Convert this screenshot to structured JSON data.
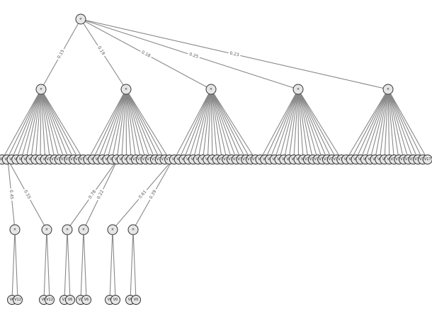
{
  "diagram": {
    "root": {
      "label": "+"
    },
    "root_edge_weights": [
      "0.15",
      "0.19",
      "0.18",
      "0.25",
      "0.23"
    ],
    "product_symbol": "×",
    "fan_groups": [
      {
        "label": "×",
        "leaf_count": 18
      },
      {
        "label": "×",
        "leaf_count": 18
      },
      {
        "label": "×",
        "leaf_count": 18
      },
      {
        "label": "×",
        "leaf_count": 18
      },
      {
        "label": "×",
        "leaf_count": 18
      }
    ],
    "leaf_labels": [
      "V0",
      "V1",
      "V2",
      "V3",
      "V4",
      "V5",
      "V6",
      "V7",
      "V8",
      "V9",
      "V10",
      "V11",
      "V12",
      "V13",
      "V14",
      "V15",
      "V16",
      "V17"
    ],
    "sum_subtrees": [
      {
        "edge_weights": [
          "0.45",
          "0.55"
        ],
        "children": [
          {
            "label": "×",
            "leaves": [
              "V0",
              "V12"
            ]
          },
          {
            "label": "×",
            "leaves": [
              "V0",
              "V12"
            ]
          }
        ]
      },
      {
        "edge_weights": [
          "0.78",
          "0.22"
        ],
        "children": [
          {
            "label": "×",
            "leaves": [
              "V2",
              "V6"
            ]
          },
          {
            "label": "×",
            "leaves": [
              "V2",
              "V6"
            ]
          }
        ]
      },
      {
        "edge_weights": [
          "0.61",
          "0.39"
        ],
        "children": [
          {
            "label": "×",
            "leaves": [
              "V6",
              "V0"
            ]
          },
          {
            "label": "×",
            "leaves": [
              "V6",
              "V0"
            ]
          }
        ]
      }
    ]
  }
}
